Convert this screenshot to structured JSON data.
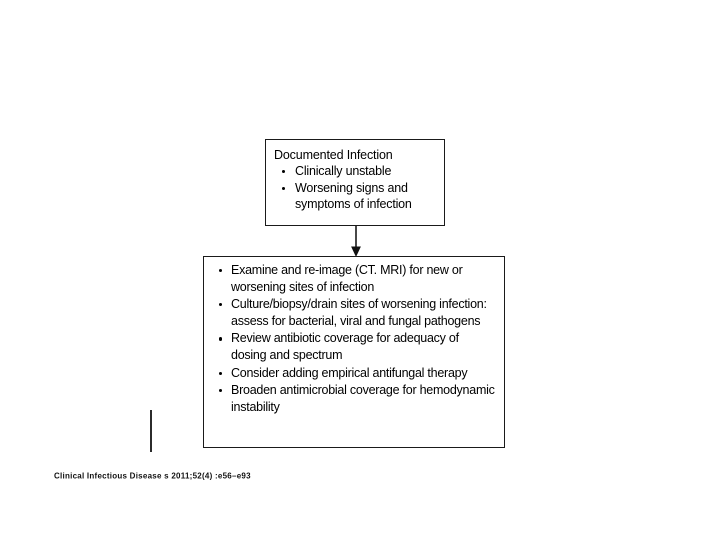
{
  "slide": {
    "background_color": "#ffffff",
    "ink_color": "#000000"
  },
  "flowchart": {
    "type": "clinical-algorithm-flowchart",
    "nodes": [
      {
        "id": "documented-infection",
        "title": "Documented Infection",
        "bullets": [
          "Clinically unstable",
          "Worsening signs and symptoms of infection"
        ]
      },
      {
        "id": "actions",
        "title": "",
        "bullets": [
          "Examine and re-image (CT. MRI) for new or worsening sites of infection",
          "Culture/biopsy/drain sites of worsening infection: assess for bacterial, viral and fungal pathogens",
          "Review antibiotic coverage for adequacy of dosing and spectrum",
          "Consider adding empirical antifungal therapy",
          "Broaden antimicrobial coverage for hemodynamic instability"
        ]
      }
    ],
    "connector": {
      "from": "documented-infection",
      "to": "actions",
      "style": "solid-line-with-filled-arrowhead",
      "direction": "down"
    }
  },
  "citation": {
    "text": "Clinical Infectious Disease s 2011;52(4) :e56–e93"
  }
}
